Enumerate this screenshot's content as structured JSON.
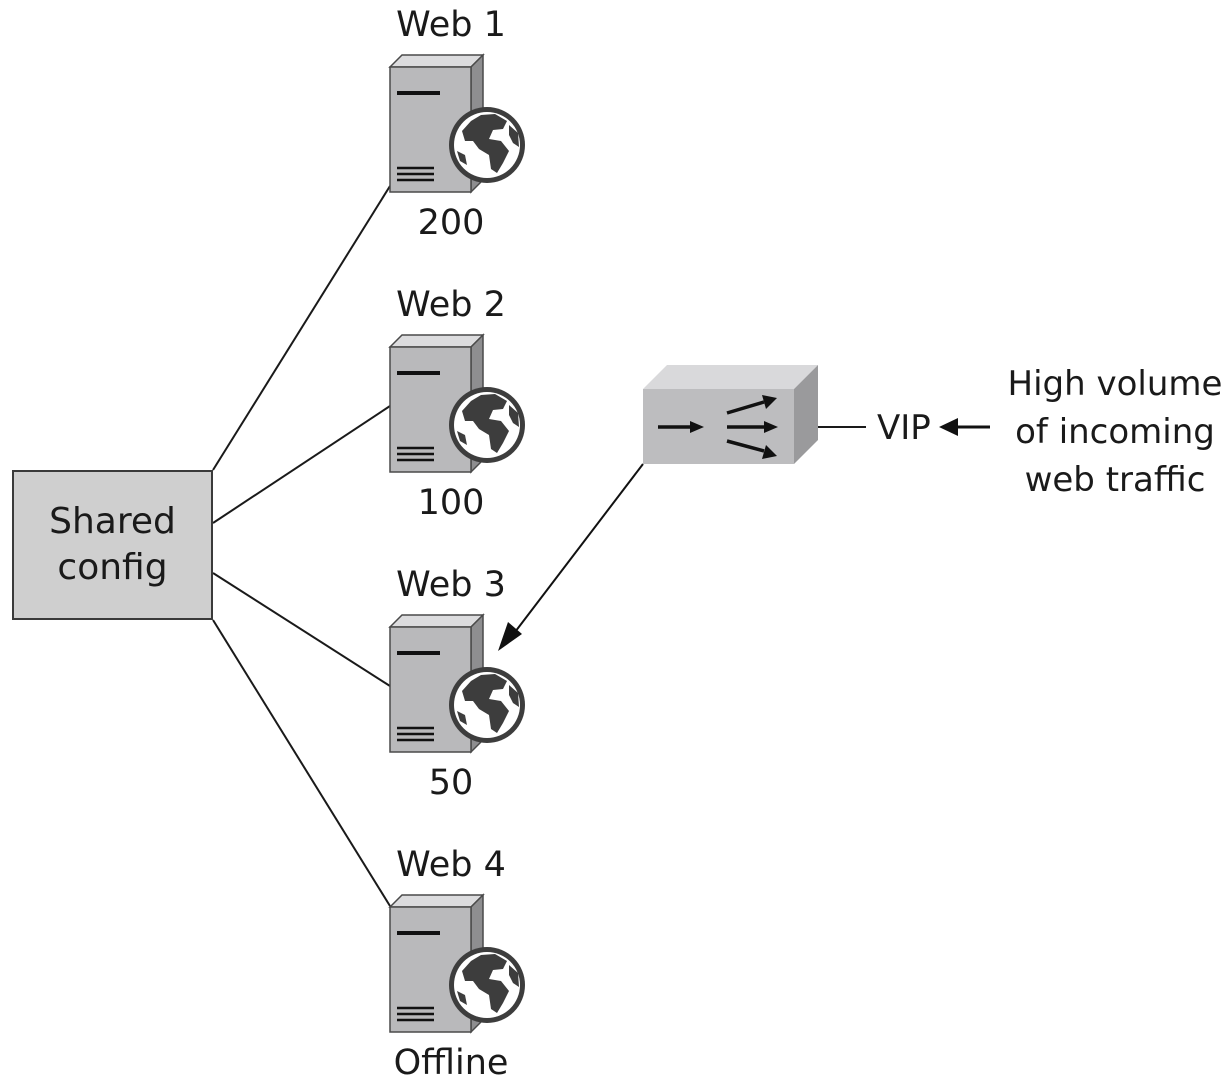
{
  "shared_config": {
    "line1": "Shared",
    "line2": "config"
  },
  "servers": [
    {
      "name": "Web 1",
      "weight": "200",
      "icon": "server-globe-icon"
    },
    {
      "name": "Web 2",
      "weight": "100",
      "icon": "server-globe-icon"
    },
    {
      "name": "Web 3",
      "weight": "50",
      "icon": "server-globe-icon"
    },
    {
      "name": "Web 4",
      "weight": "Offline",
      "icon": "server-globe-icon"
    }
  ],
  "load_balancer": {
    "icon": "load-balancer-icon"
  },
  "vip_label": "VIP",
  "traffic": {
    "line1": "High volume",
    "line2": "of incoming",
    "line3": "web traffic"
  },
  "colors": {
    "box_fill": "#cfcfcf",
    "server_fill": "#b9b9bb",
    "globe": "#3d3d3d",
    "line": "#1a1a1a"
  }
}
